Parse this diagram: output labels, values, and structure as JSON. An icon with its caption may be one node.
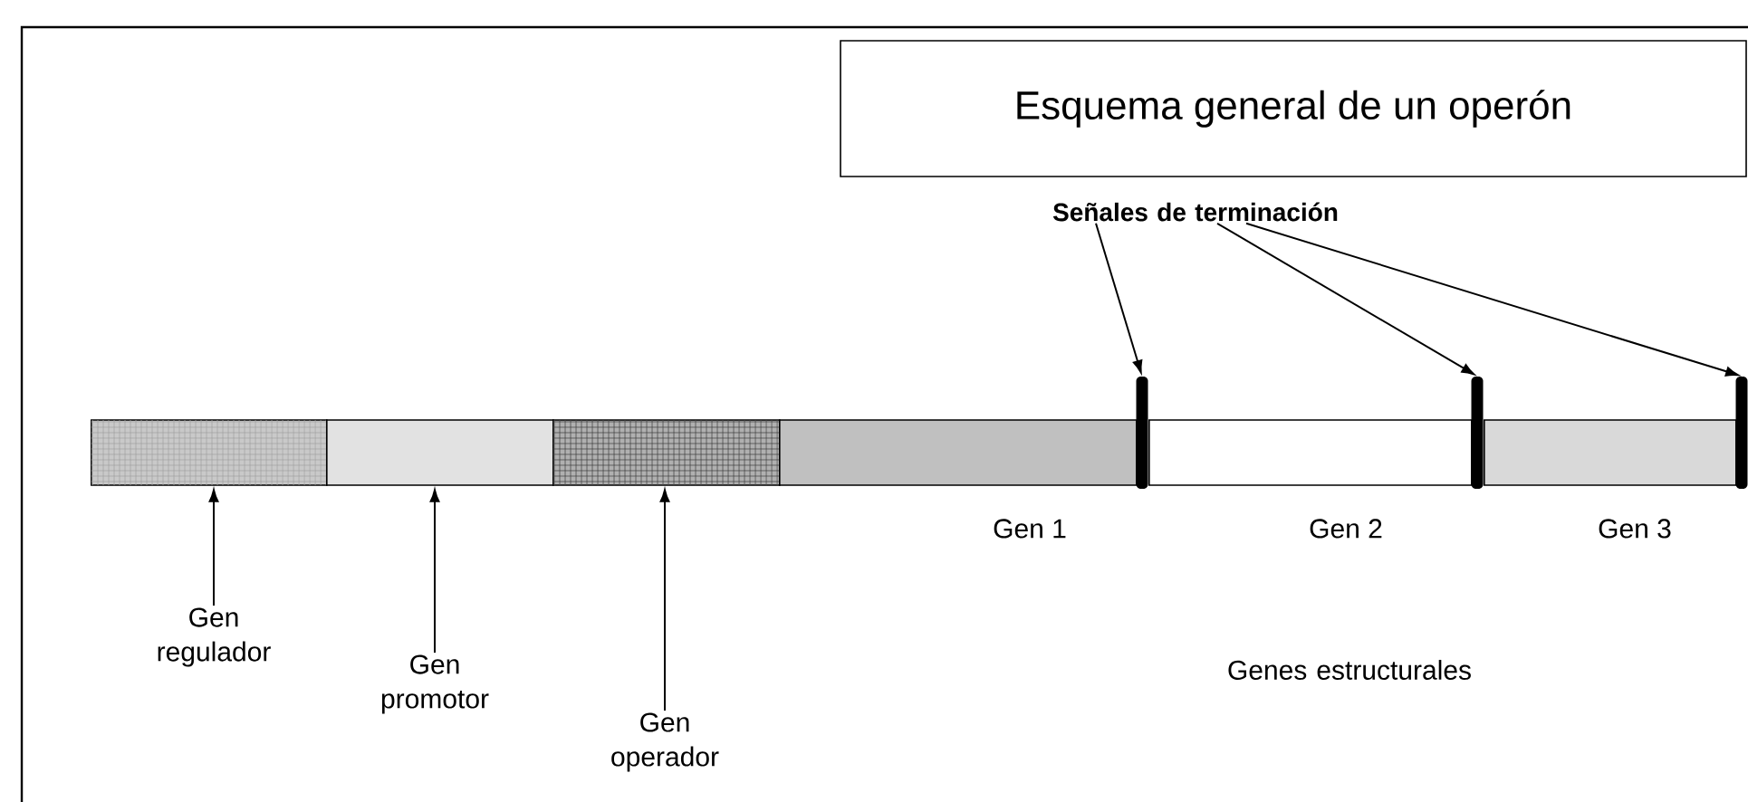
{
  "diagram": {
    "nodes": [
      {
        "text": [
          "Esquema general de un operón"
        ]
      },
      {
        "text": [],
        "shape": "box"
      },
      {
        "text": [],
        "shape": "box"
      },
      {
        "text": [],
        "shape": "box"
      },
      {
        "text": [],
        "shape": "box",
        "beside": [
          "Gen 1"
        ]
      },
      {
        "text": [],
        "shape": "box",
        "beside": [
          "Gen 2"
        ]
      },
      {
        "text": [],
        "shape": "box",
        "beside": [
          "Gen 3"
        ]
      },
      {
        "text": [],
        "shape": "bar"
      },
      {
        "text": [],
        "shape": "bar"
      },
      {
        "text": [],
        "shape": "bar"
      },
      {
        "text": [
          "Gen regulador"
        ]
      },
      {
        "text": [
          "Gen promotor"
        ]
      },
      {
        "text": [
          "Gen operador"
        ]
      },
      {
        "text": [
          "Señales de terminación"
        ]
      }
    ],
    "edges": [
      {
        "from": 10,
        "to": 1,
        "arrow": "to"
      },
      {
        "from": 11,
        "to": 2,
        "arrow": "to"
      },
      {
        "from": 12,
        "to": 3,
        "arrow": "to"
      },
      {
        "from": 13,
        "to": 7,
        "arrow": "to"
      },
      {
        "from": 13,
        "to": 8,
        "arrow": "to"
      },
      {
        "from": 13,
        "to": 9,
        "arrow": "to"
      }
    ],
    "labels": [
      "Genes estructurales"
    ]
  }
}
